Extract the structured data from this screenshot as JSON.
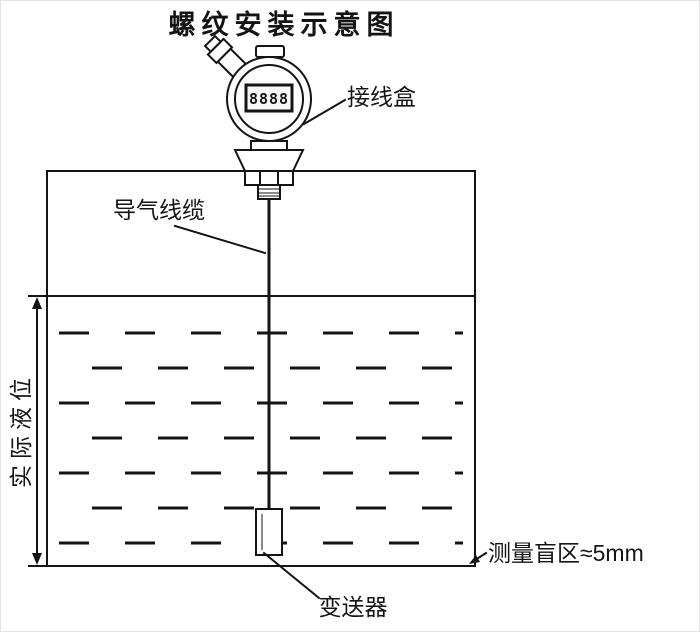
{
  "title": "螺纹安装示意图",
  "device": {
    "lcd_digits": "8888"
  },
  "labels": {
    "junction_box": "接线盒",
    "vent_cable": "导气线缆",
    "actual_level": "实际液位",
    "transmitter": "变送器",
    "blind_zone": "测量盲区≈5mm"
  },
  "colors": {
    "line": "#141414",
    "background": "#ffffff"
  }
}
